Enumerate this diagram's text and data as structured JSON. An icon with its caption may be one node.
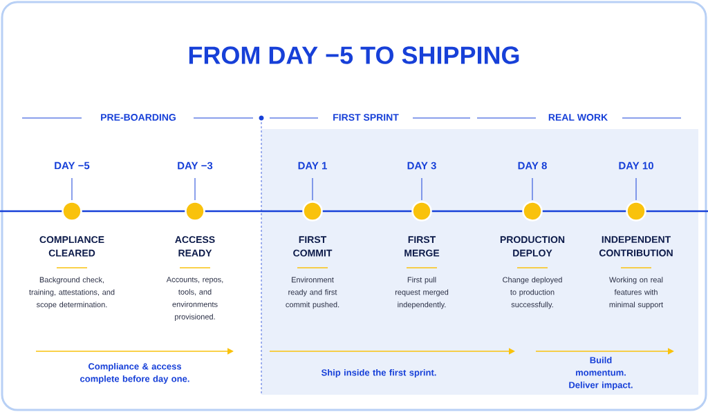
{
  "diagram": {
    "title": "FROM DAY −5 TO SHIPPING",
    "nodes": [
      {
        "text": [],
        "shape": "circle",
        "beside": [
          "DAY −5",
          "COMPLIANCE CLEARED",
          "Background check, training, attestations, and scope determination."
        ]
      },
      {
        "text": [],
        "shape": "circle",
        "beside": [
          "DAY −3",
          "ACCESS READY",
          "Accounts, repos, tools, and environments provisioned."
        ]
      },
      {
        "text": [],
        "shape": "circle",
        "beside": [
          "DAY 1",
          "FIRST COMMIT",
          "Environment ready and first commit pushed."
        ]
      },
      {
        "text": [],
        "shape": "circle",
        "beside": [
          "DAY 3",
          "FIRST MERGE",
          "First pull request merged independently."
        ]
      },
      {
        "text": [],
        "shape": "circle",
        "beside": [
          "DAY 8",
          "PRODUCTION DEPLOY",
          "Change deployed to production successfully."
        ]
      },
      {
        "text": [],
        "shape": "circle",
        "beside": [
          "DAY 10",
          "INDEPENDENT CONTRIBUTION",
          "Working on real features with minimal support"
        ]
      }
    ],
    "edges": [
      {
        "from": 0,
        "to": 1,
        "arrow": "none"
      },
      {
        "from": 1,
        "to": 2,
        "arrow": "none"
      },
      {
        "from": 2,
        "to": 3,
        "arrow": "none"
      },
      {
        "from": 3,
        "to": 4,
        "arrow": "none"
      },
      {
        "from": 4,
        "to": 5,
        "arrow": "none"
      }
    ],
    "labels": [
      "PRE-BOARDING",
      "FIRST SPRINT",
      "REAL WORK",
      "Compliance & access complete before day one.",
      "Ship inside the first sprint.",
      "Build momentum. Deliver impact."
    ]
  }
}
